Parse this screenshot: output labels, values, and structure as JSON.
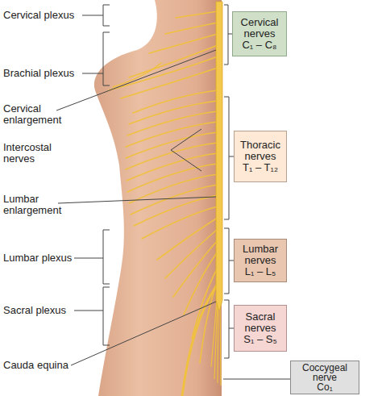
{
  "diagram": {
    "nodes": [
      {
        "text": [
          "Cervical nerves",
          "C₁ – C₈"
        ]
      },
      {
        "text": [
          "Thoracic nerves",
          "T₁ – T₁₂"
        ]
      },
      {
        "text": [
          "Lumbar nerves",
          "L₁ – L₅"
        ]
      },
      {
        "text": [
          "Sacral nerves",
          "S₁ – S₅"
        ]
      },
      {
        "text": [
          "Coccygeal nerve",
          "Co₁"
        ]
      }
    ],
    "labels": [
      "Cervical plexus",
      "Brachial plexus",
      "Cervical enlargement",
      "Intercostal nerves",
      "Lumbar enlargement",
      "Lumbar plexus",
      "Sacral plexus",
      "Cauda equina"
    ]
  }
}
